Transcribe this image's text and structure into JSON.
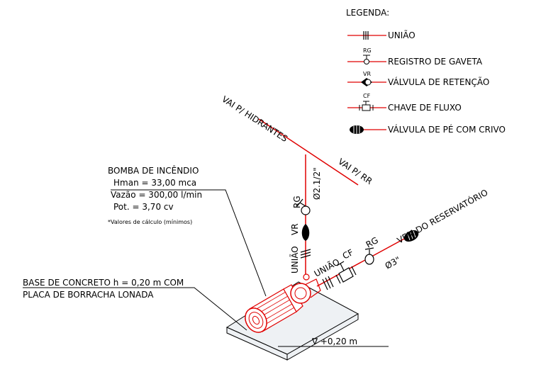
{
  "legend": {
    "title": "LEGENDA:",
    "items": [
      {
        "code": "",
        "label": "UNIÃO",
        "icon": "union-icon"
      },
      {
        "code": "RG",
        "label": "REGISTRO DE GAVETA",
        "icon": "gate-valve-icon"
      },
      {
        "code": "VR",
        "label": "VÁLVULA DE RETENÇÃO",
        "icon": "check-valve-icon"
      },
      {
        "code": "CF",
        "label": "CHAVE DE FLUXO",
        "icon": "flow-switch-icon"
      },
      {
        "code": "",
        "label": "VÁLVULA DE PÉ COM CRIVO",
        "icon": "foot-valve-icon"
      }
    ]
  },
  "pump": {
    "title": "BOMBA DE INCÊNDIO",
    "hman": "Hman = 33,00 mca",
    "vazao": "Vazão = 300,00 l/min",
    "pot": "Pot. = 3,70 cv",
    "note": "*Valores de cálculo (mínimos)"
  },
  "base": {
    "line1": "BASE DE CONCRETO h = 0,20 m COM",
    "line2": "PLACA DE BORRACHA LONADA",
    "level": "∇ +0,20 m"
  },
  "pipes": {
    "to_hydrants": "VAI P/ HIDRANTES",
    "to_rr": "VAI P/ RR",
    "diameter_up": "Ø2.1/2\"",
    "from_reservoir": "VEM DO RESERVATÓRIO",
    "diameter_in": "Ø3\""
  },
  "tags": {
    "rg_up": "RG",
    "vr_up": "VR",
    "uniao_up": "UNIÃO",
    "uniao_in": "UNIÃO",
    "cf_in": "CF",
    "rg_in": "RG"
  },
  "colors": {
    "pipe": "#e00000",
    "line": "#000000",
    "base_fill": "#eef1f4"
  }
}
